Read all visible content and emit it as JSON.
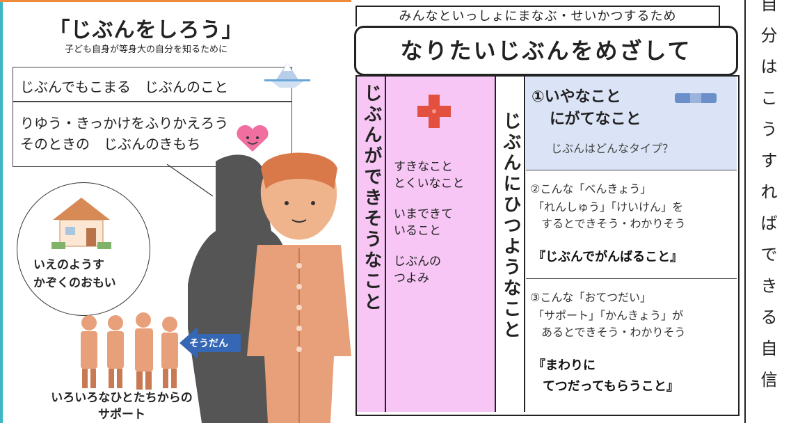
{
  "left": {
    "title": "「じぶんをしろう」",
    "subtitle": "子ども自身が等身大の自分を知るために",
    "box1": "じぶんでもこまる　じぶんのこと",
    "box2_line1": "りゆう・きっかけをふりかえろう",
    "box2_line2": "そのときの　じぶんのきもち",
    "circle_line1": "いえのようす",
    "circle_line2": "かぞくのおもい",
    "soudan": "そうだん",
    "support_line1": "いろいろなひとたちからの",
    "support_line2": "サポート"
  },
  "right": {
    "sub_title": "みんなといっしょにまなぶ・せいかつするため",
    "main_title": "なりたいじぶんをめざして",
    "col_a": "じぶんができそうなこと",
    "col_b": "じぶんにひつようなこと",
    "pink_items": [
      "すきなこと\nとくいなこと",
      "いまできて\nいること",
      "じぶんの\nつよみ"
    ],
    "sec1_line1": "①いやなこと",
    "sec1_line2": "にがてなこと",
    "sec1_sub": "じぶんはどんなタイプ？",
    "sec2_line1": "②こんな「べんきょう」",
    "sec2_line2": "「れんしゅう」「けいけん」を",
    "sec2_line3": "するとできそう・わかりそう",
    "sec2_bold": "『じぶんでがんばること』",
    "sec3_line1": "③こんな「おてつだい」",
    "sec3_line2": "「サポート」「かんきょう」が",
    "sec3_line3": "あるとできそう・わかりそう",
    "sec3_bold1": "『まわりに",
    "sec3_bold2": "てつだってもらうこと』"
  },
  "far_right": {
    "chars": [
      "自",
      "分",
      "は",
      "こ",
      "う",
      "す",
      "れ",
      "ば",
      "で",
      "き",
      "る",
      "自",
      "信"
    ]
  },
  "colors": {
    "pink": "#f7c6f5",
    "light_blue": "#dbe4f6",
    "figure_orange": "#e8a07a",
    "shadow": "#555555",
    "arrow_blue": "#3567b5"
  }
}
